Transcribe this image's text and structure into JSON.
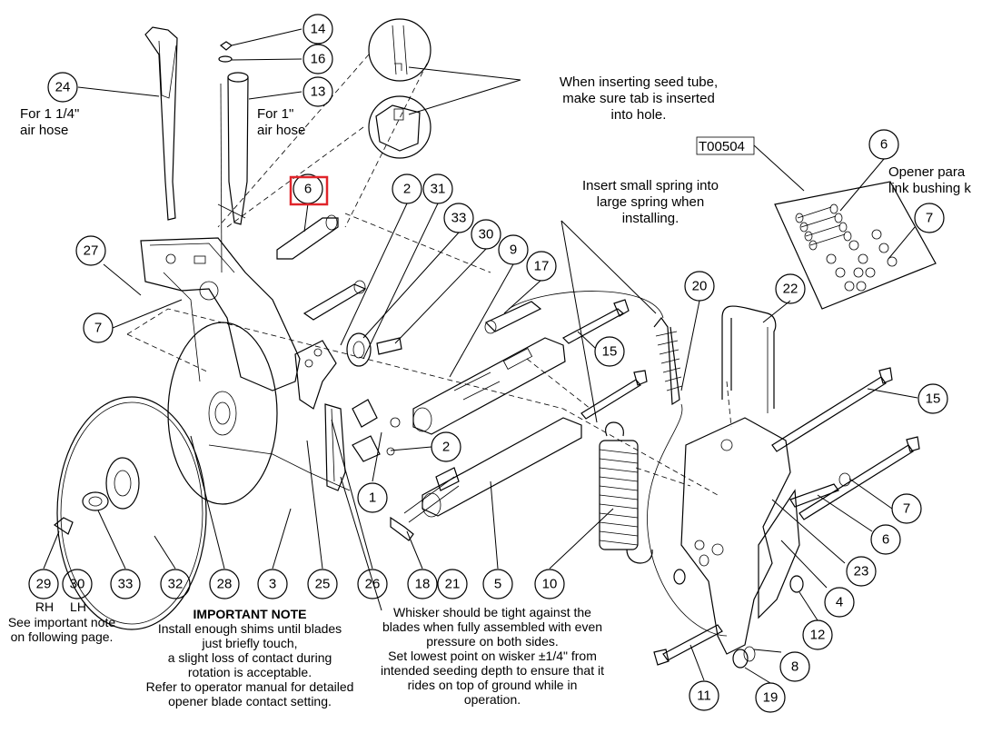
{
  "callouts": {
    "c24": "24",
    "c14": "14",
    "c16": "16",
    "c13": "13",
    "c6a": "6",
    "c2a": "2",
    "c31": "31",
    "c33a": "33",
    "c30a": "30",
    "c9": "9",
    "c17": "17",
    "c27": "27",
    "c7a": "7",
    "c15a": "15",
    "c20": "20",
    "c22": "22",
    "c15b": "15",
    "c6b": "6",
    "c7b": "7",
    "c7c": "7",
    "c6c": "6",
    "c23": "23",
    "c2b": "2",
    "c1": "1",
    "c4": "4",
    "c12": "12",
    "c8": "8",
    "c11": "11",
    "c19": "19",
    "c29": "29",
    "c30b": "30",
    "c33b": "33",
    "c32": "32",
    "c28": "28",
    "c3": "3",
    "c25": "25",
    "c26": "26",
    "c18": "18",
    "c21": "21",
    "c5": "5",
    "c10": "10"
  },
  "labels": {
    "air_hose_125_l1": "For 1 1/4\"",
    "air_hose_125_l2": "air hose",
    "air_hose_1_l1": "For 1\"",
    "air_hose_1_l2": "air hose",
    "seed_tube_l1": "When inserting seed tube,",
    "seed_tube_l2": "make sure tab is inserted",
    "seed_tube_l3": "into hole.",
    "spring_l1": "Insert small spring into",
    "spring_l2": "large spring when",
    "spring_l3": "installing.",
    "kit_code": "T00504",
    "opener_l1": "Opener para",
    "opener_l2": "link bushing k",
    "rh": "RH",
    "lh": "LH",
    "see_note_l1": "See important note",
    "see_note_l2": "on following page.",
    "important_title": "IMPORTANT NOTE",
    "important_l1": "Install enough shims until blades",
    "important_l2": "just briefly touch,",
    "important_l3": "a slight loss of contact during",
    "important_l4": "rotation is acceptable.",
    "important_l5": "Refer to operator manual for detailed",
    "important_l6": "opener blade contact setting.",
    "whisker_l1": "Whisker should be tight against the",
    "whisker_l2": "blades when fully assembled with even",
    "whisker_l3": "pressure on both sides.",
    "whisker_l4": "Set lowest point on wisker ±1/4\" from",
    "whisker_l5": "intended seeding depth to ensure that it",
    "whisker_l6": "rides on top of ground while in",
    "whisker_l7": "operation."
  },
  "colors": {
    "highlight": "#e0242a",
    "ink": "#000000"
  }
}
